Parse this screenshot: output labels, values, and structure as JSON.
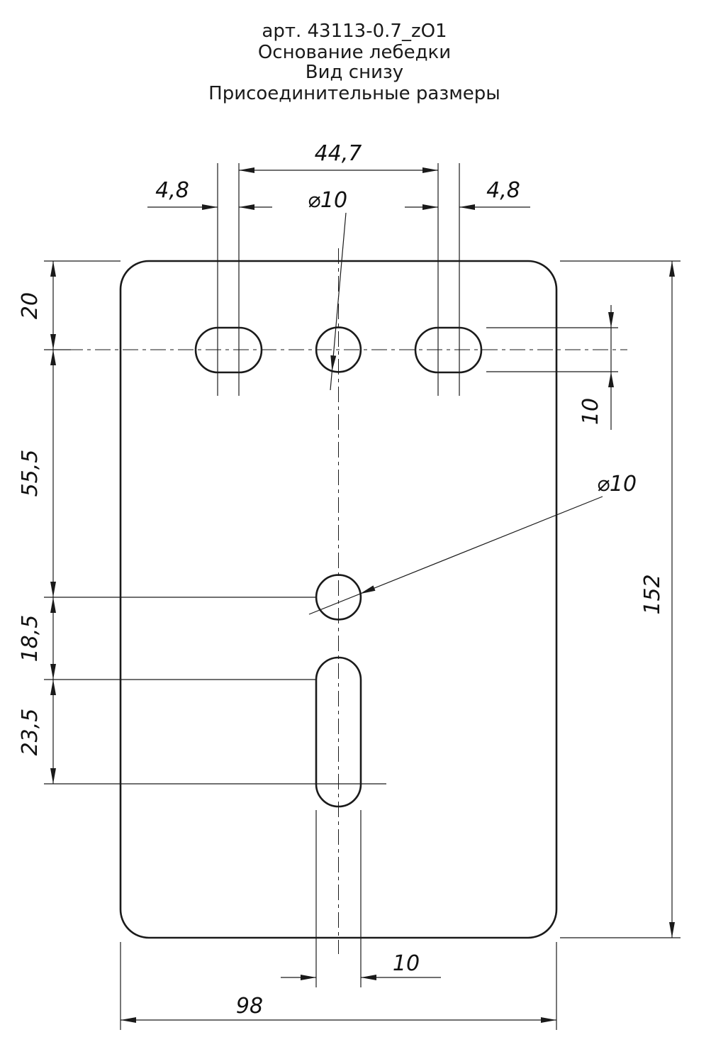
{
  "title": {
    "art": "арт. 43113-0.7_zO1",
    "part_name": "Основание лебедки",
    "view": "Вид снизу",
    "subtitle": "Присоединительные размеры"
  },
  "dimensions": {
    "top_span": "44,7",
    "slot_left_extra": "4,8",
    "slot_right_extra": "4,8",
    "hole_dia_top": "⌀10",
    "hole_dia_mid": "⌀10",
    "edge_to_hole_row": "20",
    "hole_row_to_center_hole": "55,5",
    "center_hole_to_slot": "18,5",
    "slot_centers_length": "23,5",
    "top_slot_height": "10",
    "bottom_slot_width": "10",
    "plate_width": "98",
    "plate_height": "152"
  },
  "colors": {
    "line": "#1a1a1a",
    "background": "#ffffff"
  }
}
